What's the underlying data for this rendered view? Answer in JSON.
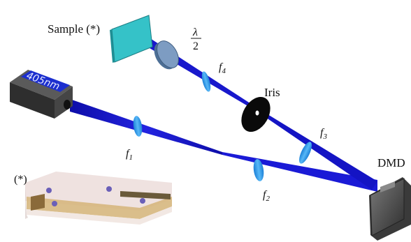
{
  "labels": {
    "sample": "Sample (*)",
    "lambda": "λ",
    "lambda_den": "2",
    "f4_base": "f",
    "f4_sub": "4",
    "iris": "Iris",
    "f3_base": "f",
    "f3_sub": "3",
    "f1_base": "f",
    "f1_sub": "1",
    "f2_base": "f",
    "f2_sub": "2",
    "dmd": "DMD",
    "laser": "405nm",
    "inset": "(*)"
  },
  "colors": {
    "beam": "#1a1ad6",
    "beam_dark": "#0b0b8a",
    "lens": "#2a9df0",
    "sample": "#35c2c8",
    "waveplate": "#6f8fb3",
    "iris": "#0a0a0a",
    "dmd": "#5a5a5a",
    "laser_body": "#3b3b3b",
    "laser_face": "#1c2fcf"
  }
}
